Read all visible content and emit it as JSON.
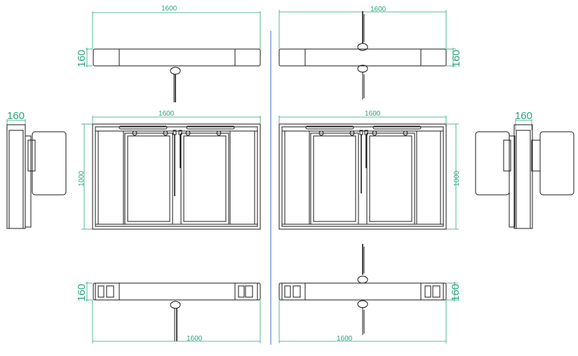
{
  "drawing": {
    "dimensions": {
      "top_left_width": "1600",
      "top_left_depth": "160",
      "top_right_width": "1600",
      "top_right_depth": "160",
      "front_left_width": "1600",
      "front_left_height": "1000",
      "front_right_width": "1600",
      "front_right_height": "1000",
      "side_left_depth": "160",
      "side_right_depth": "160",
      "bottom_left_width": "1600",
      "bottom_left_depth": "160",
      "bottom_right_width": "1600",
      "bottom_right_depth": "160"
    },
    "colors": {
      "linework": "#1a1a1a",
      "dimension": "#2aa57a",
      "center_axis": "#3a6fd0"
    }
  }
}
